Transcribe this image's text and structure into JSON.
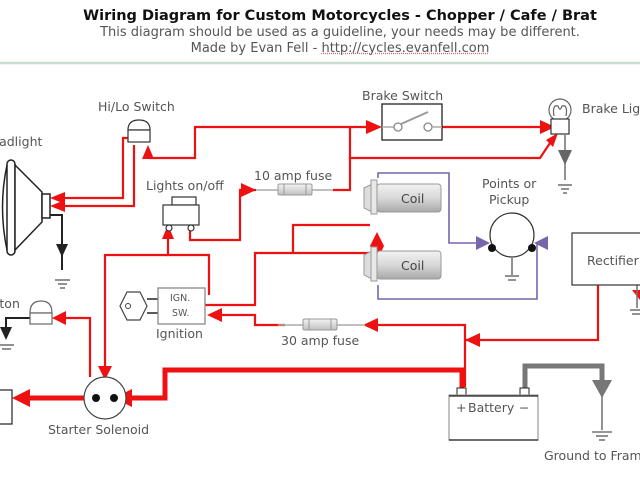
{
  "header": {
    "title": "Wiring Diagram for Custom Motorcycles - Chopper / Cafe / Brat",
    "subtitle": "This diagram should be used as a guideline, your needs may be different.",
    "credit_prefix": "Made by Evan Fell - ",
    "credit_link": "http://cycles.evanfell.com"
  },
  "colors": {
    "power_wire": "#ee1111",
    "ground_wire": "#222222",
    "ground_wire_gray": "#777777",
    "coil_wire": "#7766aa",
    "divider": "#c8dcd0"
  },
  "components": {
    "headlight": "Headlight",
    "hilo_switch": "Hi/Lo Switch",
    "brake_switch": "Brake Switch",
    "brake_light": "Brake Light",
    "lights_onoff": "Lights on/off",
    "fuse_10": "10 amp fuse",
    "fuse_30": "30 amp fuse",
    "coil_top": "Coil",
    "coil_bottom": "Coil",
    "points_line1": "Points or",
    "points_line2": "Pickup",
    "rectifier": "Rectifier",
    "ignition_line1": "IGN.",
    "ignition_line2": "SW.",
    "ignition": "Ignition",
    "button": "Button",
    "starter_solenoid": "Starter Solenoid",
    "battery": "Battery",
    "battery_plus": "+",
    "battery_minus": "−",
    "ground_to_frame": "Ground to Frame"
  }
}
